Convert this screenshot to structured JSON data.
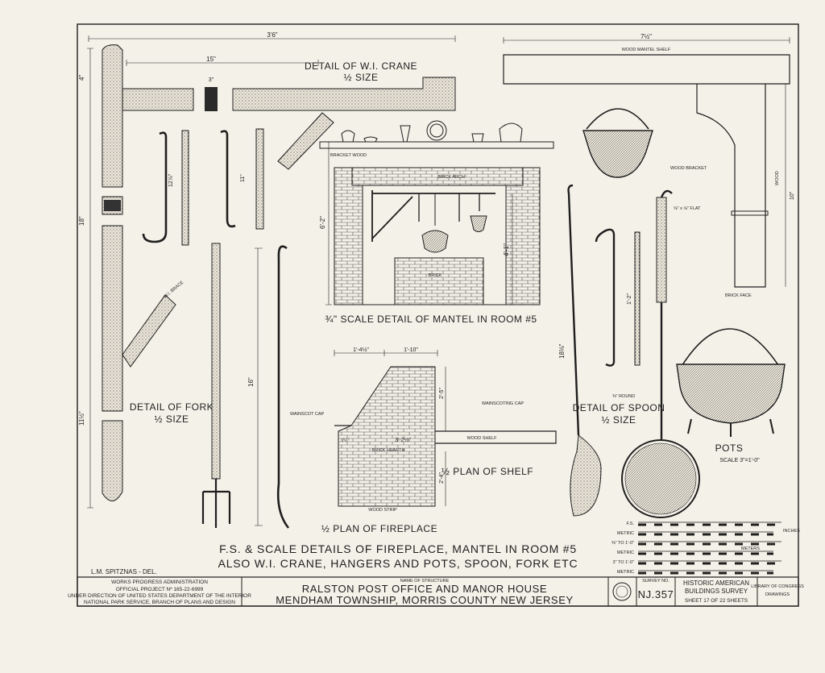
{
  "drawing": {
    "crane_title": "DETAIL OF W.I. CRANE",
    "crane_scale": "½ SIZE",
    "fork_title": "DETAIL OF FORK",
    "fork_scale": "½ SIZE",
    "mantel_title": "¾\" SCALE DETAIL OF MANTEL IN ROOM #5",
    "shelf_title": "½ PLAN OF SHELF",
    "fireplace_title": "½ PLAN OF FIREPLACE",
    "spoon_title": "DETAIL OF SPOON",
    "spoon_scale": "½ SIZE",
    "pots_title": "POTS",
    "pots_scale": "SCALE 3\"=1'-0\"",
    "main_title_1": "F.S. & SCALE DETAILS OF FIREPLACE, MANTEL IN ROOM #5",
    "main_title_2": "ALSO W.I. CRANE, HANGERS AND POTS, SPOON, FORK ETC",
    "delineator": "L.M. SPITZNAS - DEL."
  },
  "labels": {
    "wood_mantel_shelf": "WOOD MANTEL SHELF",
    "wood_bracket": "WOOD BRACKET",
    "wood": "WOOD",
    "brick_face": "BRICK FACE",
    "bracket_wood": "BRACKET WOOD",
    "brick_arch": "BRICK ARCH",
    "brick": "BRICK",
    "brick_hearth": "BRICK HEARTH",
    "wood_shelf": "WOOD SHELF",
    "wood_strip": "WOOD STRIP",
    "wainscot_cap_left": "WAINSCOT CAP",
    "wainscot_cap_right": "WAINSCOTING CAP",
    "wi_brace": "W.I. BRACE",
    "flat": "⅝\" x ⅛\" FLAT",
    "round": "⅜\" ROUND"
  },
  "dimensions": {
    "crane_total": "3'6\"",
    "crane_arm": "15\"",
    "crane_side": "3\"",
    "crane_upper": "4\"",
    "crane_mid": "18\"",
    "crane_lower": "11½\"",
    "hanger_a": "12⅞\"",
    "hanger_b": "11\"",
    "fork": "16\"",
    "mantel_h1": "6'-2\"",
    "mantel_h2": "4'-1\"",
    "shelf_w1": "1'-4½\"",
    "shelf_w2": "1'-10\"",
    "shelf_d1": "2'-5\"",
    "shelf_d2": "2'-4\"",
    "hearth": "3'-2½\"",
    "hearth_side": "7½\"",
    "mantel_shelf_w": "7½\"",
    "mantel_wood_h": "10\"",
    "spoon_h": "18⅛\"",
    "spoon_hook": "1'-2\""
  },
  "scales": {
    "rows": [
      "F.S.",
      "METRIC",
      "⅜\" TO 1'-0\"",
      "METRIC",
      "3\" TO 1'-0\"",
      "METRIC"
    ],
    "units": [
      "INCHES",
      "METERS"
    ]
  },
  "title_block": {
    "agency_1": "WORKS PROGRESS ADMINISTRATION",
    "agency_2": "OFFICIAL PROJECT Nº 165-22-6999",
    "agency_3": "UNDER DIRECTION OF UNITED STATES DEPARTMENT OF THE INTERIOR",
    "agency_4": "NATIONAL PARK SERVICE, BRANCH OF PLANS AND DESIGN",
    "name_label": "NAME OF STRUCTURE",
    "name_1": "RALSTON POST OFFICE AND MANOR HOUSE",
    "name_2": "MENDHAM TOWNSHIP, MORRIS COUNTY NEW JERSEY",
    "survey_label": "SURVEY NO.",
    "survey_no": "NJ.357",
    "habs_1": "HISTORIC AMERICAN",
    "habs_2": "BUILDINGS SURVEY",
    "habs_sheet": "SHEET 17 OF 22 SHEETS",
    "stamp_1": "LIBRARY OF CONGRESS",
    "stamp_2": "DRAWINGS"
  }
}
